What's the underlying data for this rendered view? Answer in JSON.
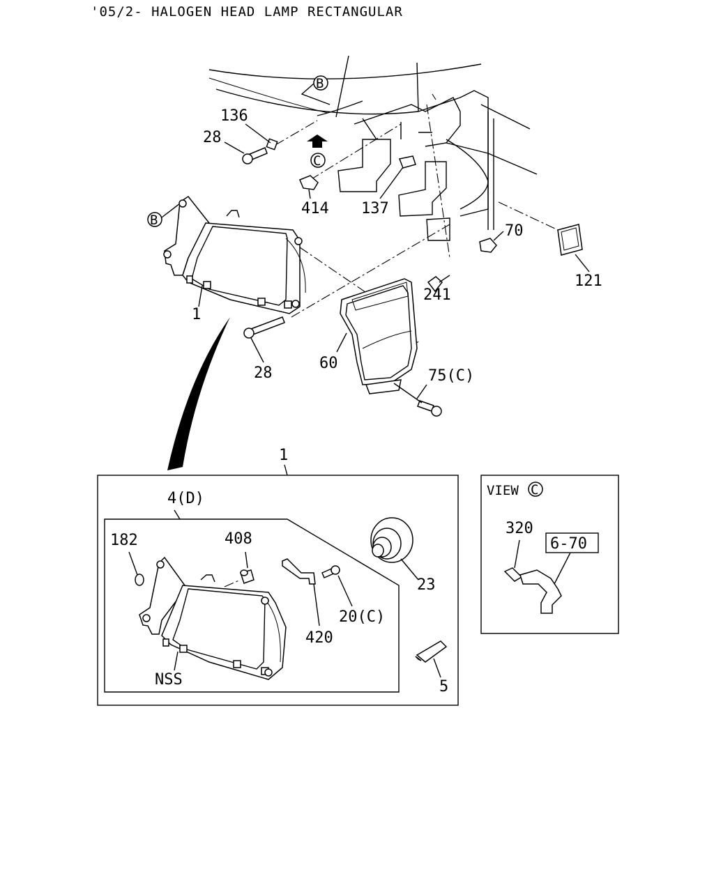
{
  "title": "'05/2- HALOGEN HEAD LAMP RECTANGULAR",
  "labels": {
    "p136": "136",
    "p28_top": "28",
    "p414": "414",
    "p137": "137",
    "p70": "70",
    "p121": "121",
    "p241": "241",
    "p1_top": "1",
    "p28_mid": "28",
    "p60": "60",
    "p75": "75(C)",
    "p1_box": "1",
    "p4": "4(D)",
    "p182": "182",
    "p408": "408",
    "p23": "23",
    "p420": "420",
    "p20": "20(C)",
    "nss": "NSS",
    "p5": "5",
    "p320": "320",
    "ref_6_70": "6-70",
    "view_label": "VIEW"
  },
  "callouts": {
    "b_top": "B",
    "b_left": "B",
    "c_top": "C",
    "c_view": "C"
  }
}
